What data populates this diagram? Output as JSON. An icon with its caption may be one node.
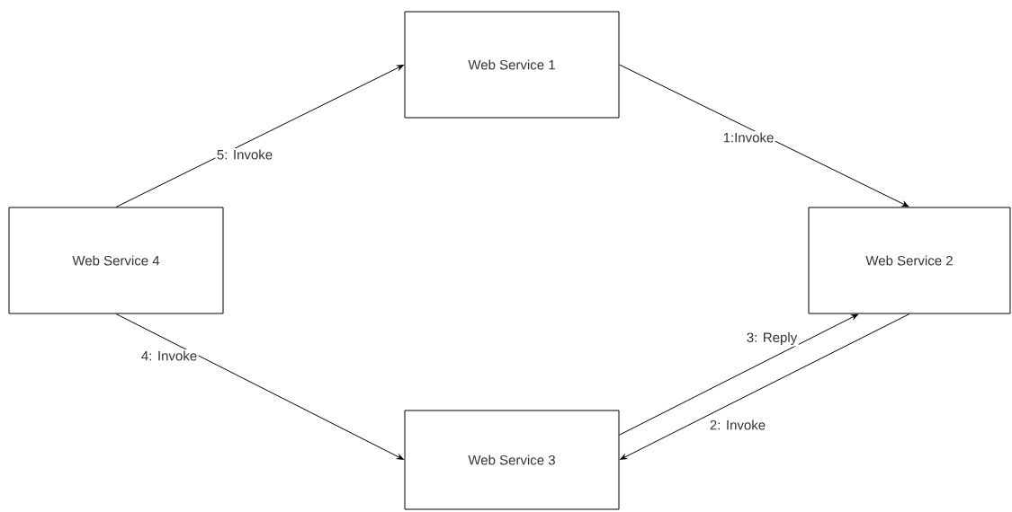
{
  "diagram": {
    "nodes": [
      {
        "text": [
          "Web Service 1"
        ]
      },
      {
        "text": [
          "Web Service 2"
        ]
      },
      {
        "text": [
          "Web Service 3"
        ]
      },
      {
        "text": [
          "Web Service 4"
        ]
      }
    ],
    "edges": [
      {
        "from": 0,
        "to": 1,
        "arrow": "to",
        "label": "1:Invoke"
      },
      {
        "from": 1,
        "to": 2,
        "arrow": "to",
        "label": "2: Invoke"
      },
      {
        "from": 2,
        "to": 1,
        "arrow": "to",
        "label": "3: Reply"
      },
      {
        "from": 3,
        "to": 2,
        "arrow": "to",
        "label": "4: Invoke"
      },
      {
        "from": 3,
        "to": 0,
        "arrow": "to",
        "label": "5: Invoke"
      }
    ]
  }
}
